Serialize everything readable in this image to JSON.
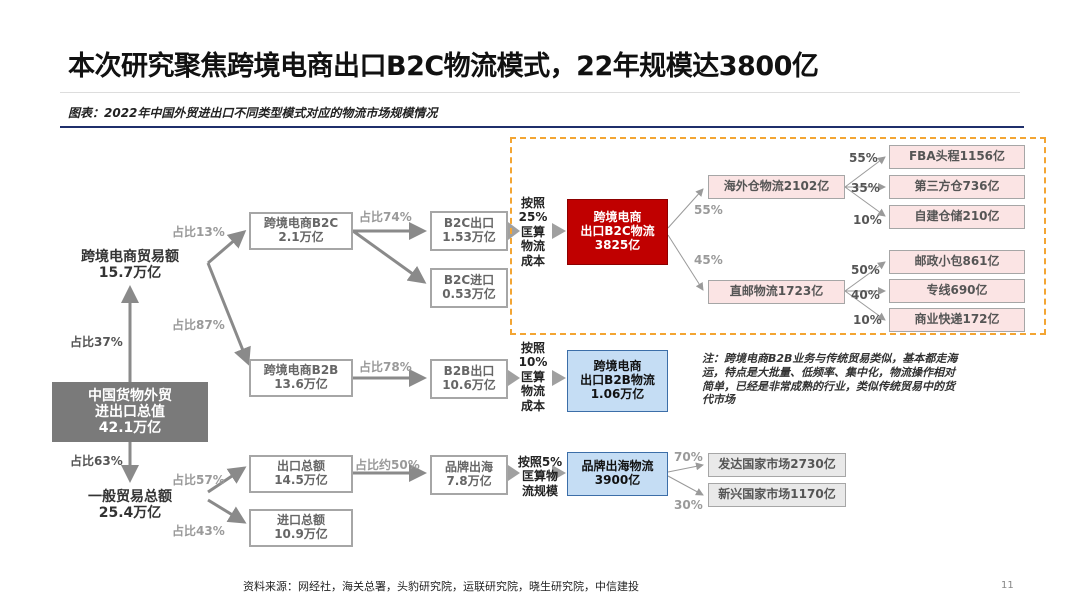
{
  "title": "本次研究聚焦跨境电商出口B2C物流模式，22年规模达3800亿",
  "subtitle": "图表：2022年中国外贸进出口不同类型模式对应的物流市场规模情况",
  "source": "资料来源：网经社，海关总署，头豹研究院，运联研究院，晓生研究院，中信建投",
  "page_number": "11",
  "nodes": {
    "total": [
      "中国货物外贸",
      "进出口总值",
      "42.1万亿"
    ],
    "cbec": [
      "跨境电商贸易额",
      "15.7万亿"
    ],
    "general": [
      "一般贸易总额",
      "25.4万亿"
    ],
    "b2c": [
      "跨境电商B2C",
      "2.1万亿"
    ],
    "b2b": [
      "跨境电商B2B",
      "13.6万亿"
    ],
    "b2c_export": [
      "B2C出口",
      "1.53万亿"
    ],
    "b2c_import": [
      "B2C进口",
      "0.53万亿"
    ],
    "b2b_export": [
      "B2B出口",
      "10.6万亿"
    ],
    "gen_export": [
      "出口总额",
      "14.5万亿"
    ],
    "gen_import": [
      "进口总额",
      "10.9万亿"
    ],
    "brand": [
      "品牌出海",
      "7.8万亿"
    ],
    "b2c_logistics": [
      "跨境电商",
      "出口B2C物流",
      "3825亿"
    ],
    "b2b_logistics": [
      "跨境电商",
      "出口B2B物流",
      "1.06万亿"
    ],
    "brand_logistics": [
      "品牌出海物流",
      "3900亿"
    ],
    "overseas_wh": "海外仓物流2102亿",
    "direct_mail": "直邮物流1723亿",
    "fba": "FBA头程1156亿",
    "third_party": "第三方仓736亿",
    "self_wh": "自建仓储210亿",
    "postal": "邮政小包861亿",
    "dedicated": "专线690亿",
    "express": "商业快递172亿",
    "developed": "发达国家市场2730亿",
    "emerging": "新兴国家市场1170亿"
  },
  "percentages": {
    "cbec_share": "占比37%",
    "general_share": "占比63%",
    "b2c_share": "占比13%",
    "b2b_share": "占比87%",
    "b2c_export_share": "占比74%",
    "b2b_export_share": "占比78%",
    "gen_export_share": "占比57%",
    "gen_import_share": "占比43%",
    "brand_share": "占比约50%",
    "overseas_wh_share": "55%",
    "direct_mail_share": "45%",
    "fba_share": "55%",
    "third_party_share": "35%",
    "self_wh_share": "10%",
    "postal_share": "50%",
    "dedicated_share": "40%",
    "express_share": "10%",
    "developed_share": "70%",
    "emerging_share": "30%"
  },
  "basis": {
    "b2c": [
      "按照",
      "25%",
      "匡算",
      "物流",
      "成本"
    ],
    "b2b": [
      "按照",
      "10%",
      "匡算",
      "物流",
      "成本"
    ],
    "brand": [
      "按照5%",
      "匡算物",
      "流规模"
    ]
  },
  "note": "注：跨境电商B2B业务与传统贸易类似，基本都走海运，特点是大批量、低频率、集中化，物流操作相对简单，已经是非常成熟的行业，类似传统贸易中的货代市场",
  "colors": {
    "highlight_red": "#c00000",
    "highlight_blue": "#c5ddf4",
    "dashed_orange": "#f3a533",
    "rule_navy": "#1f2f6b"
  }
}
